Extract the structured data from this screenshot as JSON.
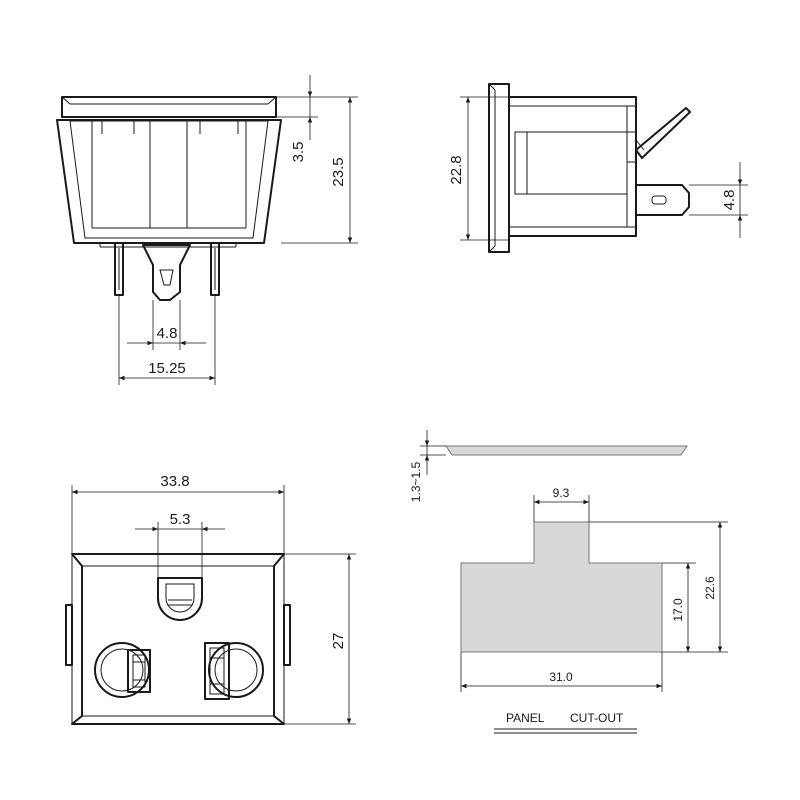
{
  "dimensions": {
    "front_top_height": "3.5",
    "front_total_height": "23.5",
    "front_pin_spacing": "4.8",
    "front_pin_span": "15.25",
    "side_height": "22.8",
    "side_tab_height": "4.8",
    "face_width": "33.8",
    "face_ground_width": "5.3",
    "face_height": "27",
    "panel_thickness": "1.3~1.5",
    "cutout_top_width": "9.3",
    "cutout_width": "31.0",
    "cutout_height_low": "17.0",
    "cutout_height_total": "22.6"
  },
  "caption": {
    "panel": "PANEL",
    "cutout": "CUT-OUT"
  }
}
